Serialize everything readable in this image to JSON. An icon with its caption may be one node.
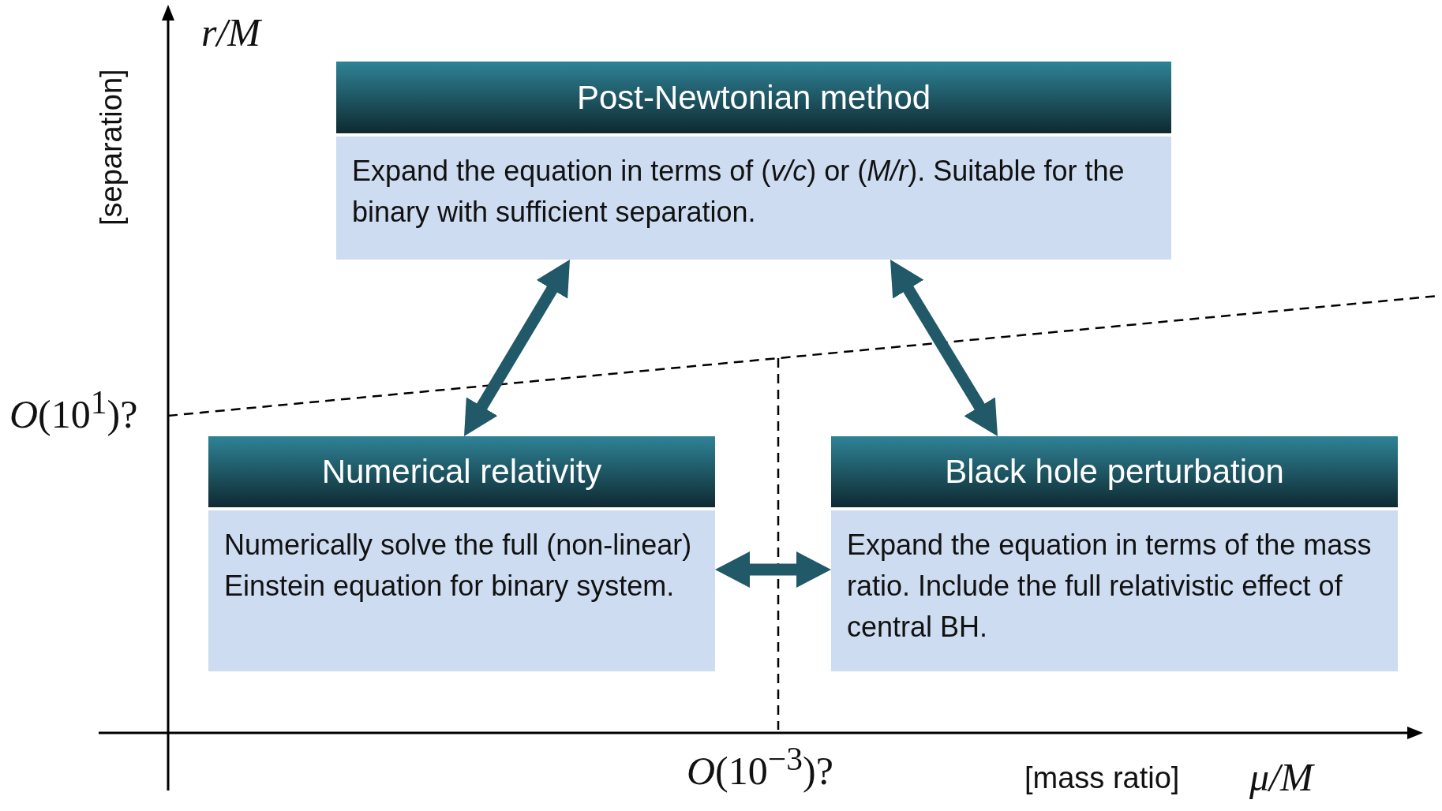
{
  "diagram": {
    "nodes": [
      {
        "text": [
          "Post-Newtonian method",
          "Expand the equation in terms of (*v/c*) or (*M/r*). Suitable for the binary with sufficient separation."
        ]
      },
      {
        "text": [
          "Numerical relativity",
          "Numerically solve the full (non-linear) Einstein equation for binary system."
        ]
      },
      {
        "text": [
          "Black hole perturbation",
          "Expand the equation in terms of the mass ratio. Include the full relativistic effect of central BH."
        ]
      }
    ],
    "edges": [
      {
        "from": 0,
        "to": 1,
        "arrow": "both"
      },
      {
        "from": 0,
        "to": 2,
        "arrow": "both"
      },
      {
        "from": 1,
        "to": 2,
        "arrow": "both"
      }
    ],
    "labels": [
      "r/M",
      "[separation]",
      "*O*(10$^{1}$)?",
      "*O*(10$^{−3}$)?",
      "[mass ratio]",
      "μ/M"
    ]
  }
}
